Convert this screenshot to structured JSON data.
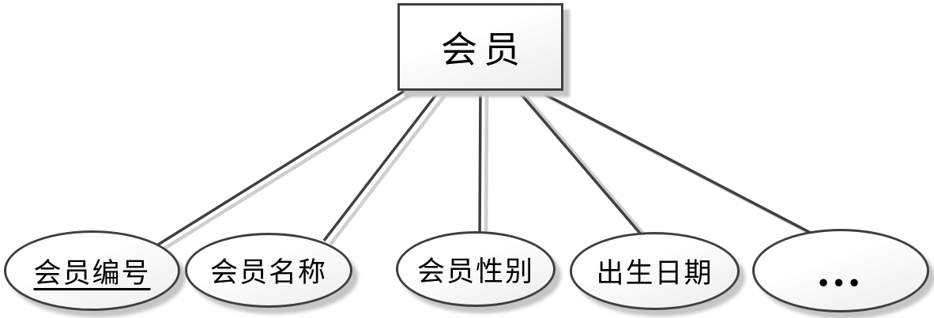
{
  "diagram": {
    "type": "er-attribute-diagram",
    "entity": {
      "label": "会员"
    },
    "attributes": [
      {
        "label": "会员编号",
        "key": true
      },
      {
        "label": "会员名称",
        "key": false
      },
      {
        "label": "会员性别",
        "key": false
      },
      {
        "label": "出生日期",
        "key": false
      },
      {
        "label": "...",
        "key": false
      }
    ],
    "colors": {
      "stroke": "#3f3f3f",
      "line": "#404040",
      "line_shadow": "#cfcfcf",
      "node_shadow": "#c6c6c6",
      "fill_top": "#ffffff",
      "fill_bottom": "#ededed",
      "text": "#000000"
    }
  }
}
